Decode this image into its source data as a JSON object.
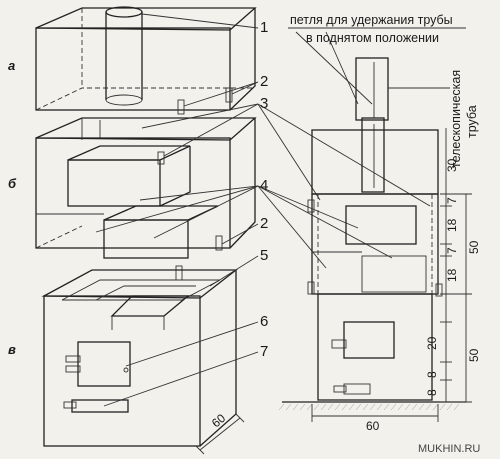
{
  "section_labels": [
    "а",
    "б",
    "в"
  ],
  "callouts": [
    "1",
    "2",
    "3",
    "4",
    "2",
    "5",
    "6",
    "7"
  ],
  "note": {
    "line1": "петля для удержания трубы",
    "line2": "в поднятом положении"
  },
  "pipe_label": {
    "line1": "телескопическая",
    "line2": "труба"
  },
  "dimensions": {
    "vertical": [
      "30",
      "7",
      "18",
      "7",
      "18",
      "50",
      "50",
      "20",
      "8",
      "8"
    ],
    "width_side": "60",
    "width_front": "60"
  },
  "watermark": "MUKHIN.RU"
}
